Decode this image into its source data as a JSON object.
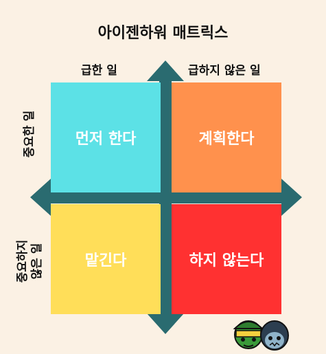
{
  "title": "아이젠하워 매트릭스",
  "columns": [
    "급한 일",
    "급하지 않은 일"
  ],
  "rows": [
    "중요한 일",
    "중요하지",
    "않은 일"
  ],
  "quadrants": {
    "top_left": {
      "label": "먼저 한다",
      "color": "#5ce1e6"
    },
    "top_right": {
      "label": "계획한다",
      "color": "#ff914d"
    },
    "bottom_left": {
      "label": "맡긴다",
      "color": "#ffde59"
    },
    "bottom_right": {
      "label": "하지 않는다",
      "color": "#ff3131"
    }
  },
  "axis_color": "#2a6b70",
  "background": "#fbf1e4"
}
